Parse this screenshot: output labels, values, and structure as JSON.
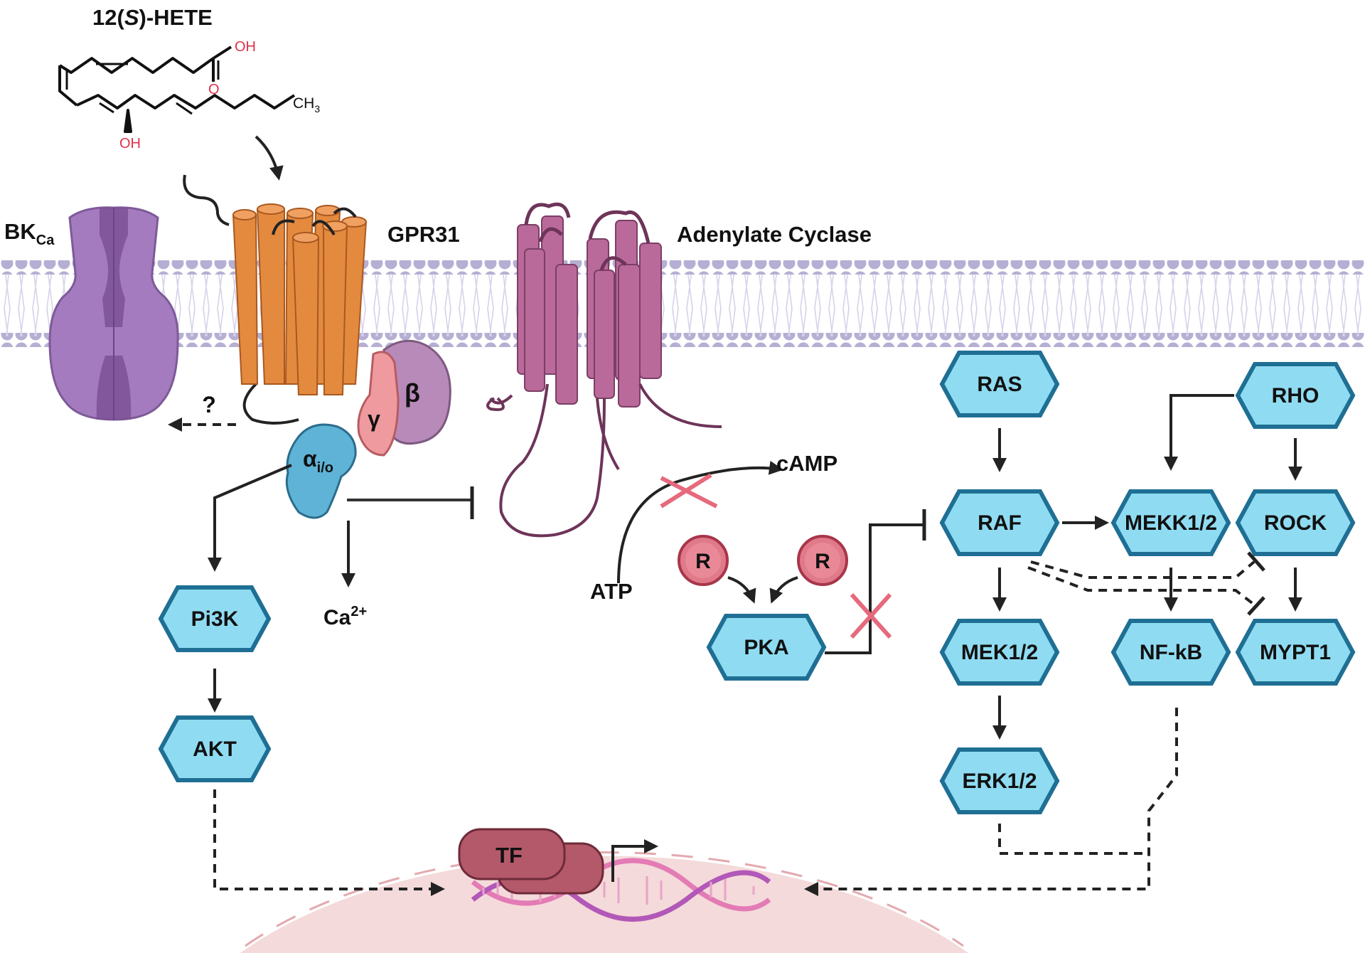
{
  "molecule": {
    "name": "12(S)-HETE",
    "name_prefix": "12(",
    "name_italic": "S",
    "name_suffix": ")-HETE",
    "oh_top": "OH",
    "o_label": "O",
    "oh_bottom": "OH",
    "ch3_base": "CH",
    "ch3_sub": "3"
  },
  "membrane_proteins": {
    "bkca_main": "BK",
    "bkca_sub": "Ca",
    "gpr31": "GPR31",
    "adenylate_cyclase": "Adenylate Cyclase"
  },
  "g_protein": {
    "alpha": "α",
    "alpha_sub": "i/o",
    "beta": "β",
    "gamma": "γ",
    "unknown": "?"
  },
  "second_messengers": {
    "camp": "cAMP",
    "atp": "ATP",
    "ca_base": "Ca",
    "ca_sup": "2+"
  },
  "regulatory_subunits": [
    "R",
    "R"
  ],
  "nodes": {
    "pi3k": "Pi3K",
    "akt": "AKT",
    "pka": "PKA",
    "ras": "RAS",
    "raf": "RAF",
    "mek12": "MEK1/2",
    "erk12": "ERK1/2",
    "mekk12": "MEKK1/2",
    "nfkb": "NF-kB",
    "rho": "RHO",
    "rock": "ROCK",
    "mypt1": "MYPT1"
  },
  "nucleus": {
    "tf": "TF"
  },
  "colors": {
    "hex_fill": "#8fdcf2",
    "hex_stroke": "#1f6f94",
    "gpr31": "#e38a3f",
    "adenylate_cyclase": "#b96a9a",
    "bkca": "#a47bbf",
    "alpha": "#5fb3d6",
    "beta": "#b88ab9",
    "gamma": "#ee9a9e",
    "r_subunit": "#e07a8a",
    "nucleus": "#f4dada",
    "tf": "#b3596a",
    "inhibit_x": "#e66a7c",
    "membrane": "#b6afd3"
  }
}
